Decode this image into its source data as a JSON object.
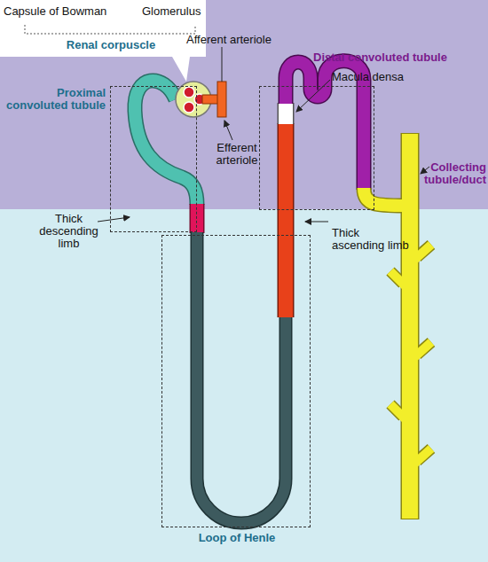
{
  "diagram": {
    "nodes": [
      {
        "text": [
          "Capsule of Bowman",
          "Glomerulus",
          "Renal corpuscle"
        ]
      },
      {
        "text": [
          "Proximal convoluted tubule"
        ]
      },
      {
        "text": [
          "Distal convoluted tubule"
        ]
      },
      {
        "text": [
          "Loop of Henle"
        ]
      }
    ],
    "labels": [
      "Afferent arteriole",
      "Macula densa",
      "Efferent arteriole",
      "Thick descending limb",
      "Thick ascending limb",
      "Collecting tubule/duct"
    ]
  }
}
